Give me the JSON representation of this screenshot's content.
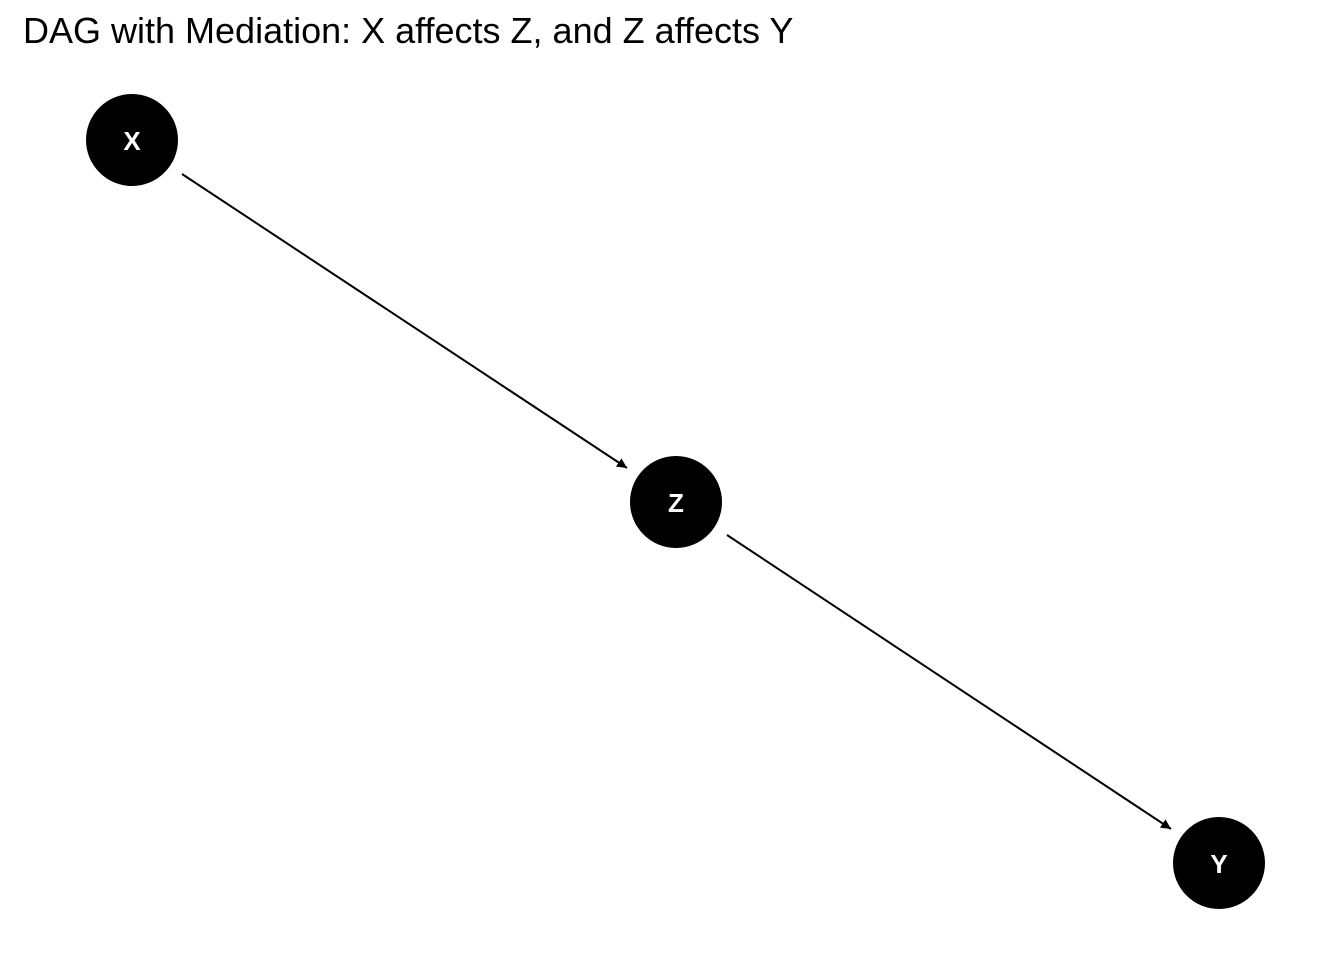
{
  "title": "DAG with Mediation: X affects Z, and Z affects Y",
  "colors": {
    "node_fill": "#000000",
    "node_text": "#ffffff",
    "edge": "#000000",
    "background": "#ffffff"
  },
  "nodes": [
    {
      "id": "X",
      "label": "X"
    },
    {
      "id": "Z",
      "label": "Z"
    },
    {
      "id": "Y",
      "label": "Y"
    }
  ],
  "edges": [
    {
      "from": "X",
      "to": "Z"
    },
    {
      "from": "Z",
      "to": "Y"
    }
  ]
}
